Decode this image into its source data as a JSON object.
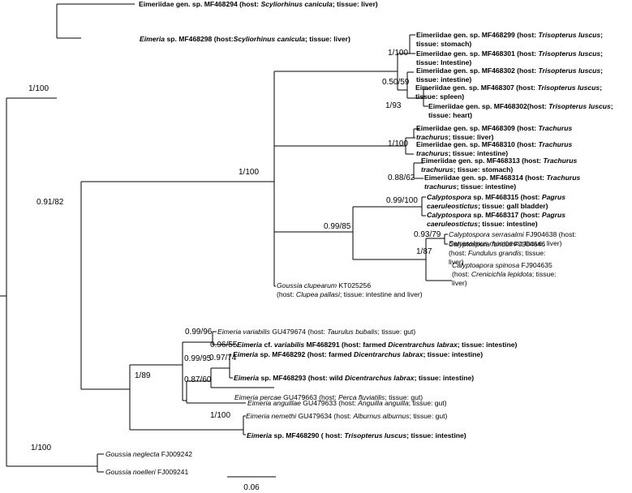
{
  "figure": {
    "scale_bar_label": "0.06",
    "taxa": [
      {
        "id": "t1",
        "bold": true,
        "parts": [
          {
            "t": "Eimeriidae gen. sp. MF468294 (host: "
          },
          {
            "t": "Scyliorhinus canicula",
            "i": true
          },
          {
            "t": "; tissue: liver)"
          }
        ]
      },
      {
        "id": "t2",
        "bold": true,
        "parts": [
          {
            "t": "Eimeria",
            "i": true
          },
          {
            "t": " sp. MF468298 (host:"
          },
          {
            "t": "Scyliorhinus canicula",
            "i": true
          },
          {
            "t": "; tissue: liver)"
          }
        ]
      },
      {
        "id": "t3",
        "bold": true,
        "lines": [
          [
            {
              "t": "Eimeriidae gen. sp. MF468299 (host: "
            },
            {
              "t": "Trisopterus luscus",
              "i": true
            },
            {
              "t": ";"
            }
          ],
          [
            {
              "t": "tissue: stomach)"
            }
          ]
        ]
      },
      {
        "id": "t4",
        "bold": true,
        "lines": [
          [
            {
              "t": "Eimeriidae gen. sp. MF468301 (host: "
            },
            {
              "t": "Trisopterus luscus",
              "i": true
            },
            {
              "t": ";"
            }
          ],
          [
            {
              "t": "tissue: Intestine)"
            }
          ]
        ]
      },
      {
        "id": "t5",
        "bold": true,
        "lines": [
          [
            {
              "t": "Eimeriidae gen. sp.  MF468302 (host: "
            },
            {
              "t": "Trisopterus luscus",
              "i": true
            },
            {
              "t": ";"
            }
          ],
          [
            {
              "t": "tissue: intestine)"
            }
          ]
        ]
      },
      {
        "id": "t6",
        "bold": true,
        "lines": [
          [
            {
              "t": "Eimeriidae gen. sp. MF468307 (host: "
            },
            {
              "t": "Trisopterus luscus",
              "i": true
            },
            {
              "t": ";"
            }
          ],
          [
            {
              "t": "tissue: spleen)"
            }
          ]
        ]
      },
      {
        "id": "t7",
        "bold": true,
        "lines": [
          [
            {
              "t": "Eimeriidae gen. sp. MF468302(host: "
            },
            {
              "t": "Trisopterus luscus",
              "i": true
            },
            {
              "t": ";"
            }
          ],
          [
            {
              "t": "tissue: heart)"
            }
          ]
        ]
      },
      {
        "id": "t8",
        "bold": true,
        "lines": [
          [
            {
              "t": "Eimeriidae gen. sp. MF468309 (host: "
            },
            {
              "t": "Trachurus",
              "i": true
            }
          ],
          [
            {
              "t": "trachurus",
              "i": true
            },
            {
              "t": "; tissue: liver)"
            }
          ]
        ]
      },
      {
        "id": "t9",
        "bold": true,
        "lines": [
          [
            {
              "t": "Eimeriidae gen. sp. MF468310 (host: "
            },
            {
              "t": "Trachurus",
              "i": true
            }
          ],
          [
            {
              "t": "trachurus",
              "i": true
            },
            {
              "t": "; tissue: intestine)"
            }
          ]
        ]
      },
      {
        "id": "t10",
        "bold": true,
        "lines": [
          [
            {
              "t": "Eimeriidae gen. sp. MF468313 (host: "
            },
            {
              "t": "Trachurus",
              "i": true
            }
          ],
          [
            {
              "t": "trachurus",
              "i": true
            },
            {
              "t": "; tissue: stomach)"
            }
          ]
        ]
      },
      {
        "id": "t11",
        "bold": true,
        "lines": [
          [
            {
              "t": "Eimeriidae gen. sp. MF468314 (host: "
            },
            {
              "t": "Trachurus",
              "i": true
            }
          ],
          [
            {
              "t": "trachurus",
              "i": true
            },
            {
              "t": "; tissue: intestine)"
            }
          ]
        ]
      },
      {
        "id": "t12",
        "bold": true,
        "lines": [
          [
            {
              "t": "Calyptospora",
              "i": true
            },
            {
              "t": " sp. MF468315 (host: "
            },
            {
              "t": "Pagrus",
              "i": true
            }
          ],
          [
            {
              "t": "caeruleostictus",
              "i": true
            },
            {
              "t": "; tissue: gall bladder)"
            }
          ]
        ]
      },
      {
        "id": "t13",
        "bold": true,
        "lines": [
          [
            {
              "t": "Calyptospora",
              "i": true
            },
            {
              "t": " sp. MF468317 (host: "
            },
            {
              "t": "Pagrus",
              "i": true
            }
          ],
          [
            {
              "t": "caeruleostictus",
              "i": true
            },
            {
              "t": "; tissue: intestine)"
            }
          ]
        ]
      },
      {
        "id": "t14",
        "bold": false,
        "lines": [
          [
            {
              "t": "Calyptospora serrasalmi",
              "i": true
            },
            {
              "t": " FJ904638 (host:"
            }
          ],
          [
            {
              "t": "Serrasalmus rhombeus",
              "i": true
            },
            {
              "t": "; tissue: liver)"
            }
          ]
        ]
      },
      {
        "id": "t15",
        "bold": false,
        "lines": [
          [
            {
              "t": "Calyptospora funduli",
              "i": true
            },
            {
              "t": " FJ904646"
            }
          ],
          [
            {
              "t": "(host: "
            },
            {
              "t": "Fundulus grandis",
              "i": true
            },
            {
              "t": "; tissue:"
            }
          ],
          [
            {
              "t": "liver)"
            }
          ]
        ]
      },
      {
        "id": "t16",
        "bold": false,
        "lines": [
          [
            {
              "t": "Calyptoapora spinosa",
              "i": true
            },
            {
              "t": " FJ904635"
            }
          ],
          [
            {
              "t": "(host: "
            },
            {
              "t": "Crenicichla lepidota",
              "i": true
            },
            {
              "t": "; tissue:"
            }
          ],
          [
            {
              "t": "liver)"
            }
          ]
        ]
      },
      {
        "id": "t17",
        "bold": false,
        "lines": [
          [
            {
              "t": "Goussia clupearum",
              "i": true
            },
            {
              "t": " KT025256"
            }
          ],
          [
            {
              "t": "(host: "
            },
            {
              "t": "Clupea pallasi",
              "i": true
            },
            {
              "t": "; tissue: intestine and liver)"
            }
          ]
        ]
      },
      {
        "id": "t18",
        "bold": false,
        "parts": [
          {
            "t": "Eimeria variabilis",
            "i": true
          },
          {
            "t": " GU479674 (host: "
          },
          {
            "t": "Taurulus bubalis",
            "i": true
          },
          {
            "t": "; tissue: gut)"
          }
        ]
      },
      {
        "id": "t19",
        "bold": true,
        "parts": [
          {
            "t": "Eimeria",
            "i": true
          },
          {
            "t": " cf. "
          },
          {
            "t": "variabilis",
            "i": true
          },
          {
            "t": " MF468291 (host: farmed "
          },
          {
            "t": "Dicentrarchus labrax",
            "i": true
          },
          {
            "t": "; tissue: intestine)"
          }
        ]
      },
      {
        "id": "t20",
        "bold": true,
        "parts": [
          {
            "t": "Eimeria",
            "i": true
          },
          {
            "t": " sp. MF468292 (host: farmed "
          },
          {
            "t": "Dicentrarchus labrax",
            "i": true
          },
          {
            "t": "; tissue: intestine)"
          }
        ]
      },
      {
        "id": "t21",
        "bold": true,
        "parts": [
          {
            "t": "Eimeria",
            "i": true
          },
          {
            "t": " sp. MF468293 (host: wild "
          },
          {
            "t": "Dicentrarchus labrax",
            "i": true
          },
          {
            "t": "; tissue: intestine)"
          }
        ]
      },
      {
        "id": "t22",
        "bold": false,
        "parts": [
          {
            "t": "Eimeria percae",
            "i": true
          },
          {
            "t": " GU479663 (host: "
          },
          {
            "t": "Perca fluviatilis",
            "i": true
          },
          {
            "t": "; tissue: gut)"
          }
        ]
      },
      {
        "id": "t23",
        "bold": false,
        "parts": [
          {
            "t": "Eimeria anguillae",
            "i": true
          },
          {
            "t": " GU479633 (host: "
          },
          {
            "t": "Anguilla anguilla",
            "i": true
          },
          {
            "t": "; tissue: gut)"
          }
        ]
      },
      {
        "id": "t24",
        "bold": false,
        "parts": [
          {
            "t": "Eimeria nemethi",
            "i": true
          },
          {
            "t": " GU479634 (host: "
          },
          {
            "t": "Alburnus alburnus",
            "i": true
          },
          {
            "t": "; tissue: gut)"
          }
        ]
      },
      {
        "id": "t25",
        "bold": true,
        "parts": [
          {
            "t": "Eimeria",
            "i": true
          },
          {
            "t": " sp. MF468290 ( host: "
          },
          {
            "t": "Trisopterus luscus",
            "i": true
          },
          {
            "t": "; tissue: intestine)"
          }
        ]
      },
      {
        "id": "t26",
        "bold": false,
        "parts": [
          {
            "t": "Goussia neglecta",
            "i": true
          },
          {
            "t": " FJ009242"
          }
        ]
      },
      {
        "id": "t27",
        "bold": false,
        "parts": [
          {
            "t": "Goussia noelleri",
            "i": true
          },
          {
            "t": " FJ009241"
          }
        ]
      }
    ],
    "support_values": [
      {
        "id": "s1",
        "text": "1/100"
      },
      {
        "id": "s2",
        "text": "0.91/82"
      },
      {
        "id": "s3",
        "text": "1/100"
      },
      {
        "id": "s4",
        "text": "1/100"
      },
      {
        "id": "s5",
        "text": "0.50/59"
      },
      {
        "id": "s6",
        "text": "1/93"
      },
      {
        "id": "s7",
        "text": "1/100"
      },
      {
        "id": "s8",
        "text": "0.88/62"
      },
      {
        "id": "s9",
        "text": "0.99/100"
      },
      {
        "id": "s10",
        "text": "0.99/85"
      },
      {
        "id": "s11",
        "text": "0.93/79"
      },
      {
        "id": "s12",
        "text": "1/87"
      },
      {
        "id": "s13",
        "text": "0.99/96"
      },
      {
        "id": "s14",
        "text": "0.99/95"
      },
      {
        "id": "s15",
        "text": "0.96/55"
      },
      {
        "id": "s16",
        "text": "0.97/74"
      },
      {
        "id": "s17",
        "text": "0.87/60"
      },
      {
        "id": "s18",
        "text": "1/89"
      },
      {
        "id": "s19",
        "text": "1/100"
      },
      {
        "id": "s20",
        "text": "1/100"
      }
    ]
  }
}
